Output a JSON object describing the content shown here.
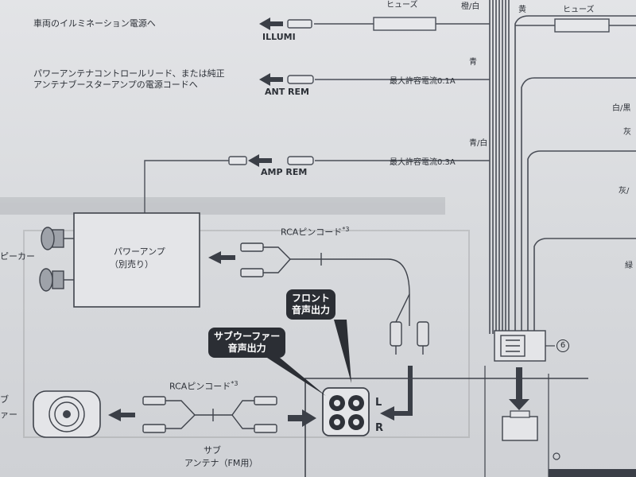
{
  "notes": {
    "illumi_desc": "車両のイルミネーション電源へ",
    "ant_desc_line1": "パワーアンテナコントロールリード、または純正",
    "ant_desc_line2": "アンテナブースターアンプの電源コードへ"
  },
  "leads": {
    "illumi": "ILLUMI",
    "ant_rem": "ANT REM",
    "amp_rem": "AMP REM",
    "fuse_left": "ヒューズ",
    "fuse_right": "ヒューズ",
    "color_orange_white": "橙/白",
    "color_yellow": "黄",
    "color_blue": "青",
    "color_blue_white": "青/白",
    "color_white_black": "白/黒",
    "color_gray": "灰",
    "color_gray_black": "灰/",
    "color_green": "緑",
    "max_current_01": "最大許容電流0.1A",
    "max_current_03": "最大許容電流0.3A"
  },
  "amp": {
    "label_line1": "パワーアンプ",
    "label_line2": "（別売り）",
    "speaker_label": "ピーカー"
  },
  "rca": {
    "upper_label": "RCAピンコード",
    "upper_note": "*3",
    "lower_label": "RCAピンコード",
    "lower_note": "*3"
  },
  "callouts": {
    "front_line1": "フロント",
    "front_line2": "音声出力",
    "sub_line1": "サブウーファー",
    "sub_line2": "音声出力"
  },
  "jack": {
    "left": "L",
    "right": "R"
  },
  "subwoofer": {
    "label_line1": "ブ",
    "label_line2": "ァー"
  },
  "antenna": {
    "label_line1": "サブ",
    "label_line2": "アンテナ（FM用）"
  },
  "connector": {
    "number": "6"
  }
}
